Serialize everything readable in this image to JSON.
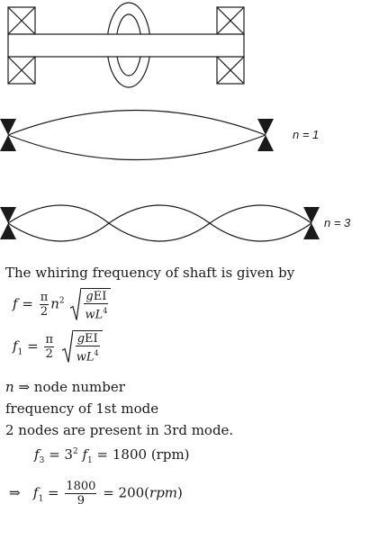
{
  "labels": {
    "mode1": "n = 1",
    "mode3": "n = 3"
  },
  "text": {
    "intro": "The whiring frequency of shaft is given by",
    "eq_f_lhs": "f",
    "eq_equals": "=",
    "pi": "π",
    "two": "2",
    "n_sq": "n",
    "exp2": "2",
    "g": "g",
    "EI": "EI",
    "w": "w",
    "L": "L",
    "exp4": "4",
    "f1_lhs": "f",
    "sub1": "1",
    "node_line_var": "n",
    "node_line_rest": "⇒  node number",
    "freq_line": "frequency of 1st mode",
    "nodes_line": "2 nodes are present in 3rd mode.",
    "f3_eq": "= 3",
    "f3_tail": " = 1800 (rpm)",
    "sub3": "3",
    "implies": "⇒",
    "num1800": "1800",
    "den9": "9",
    "result": "= 200(",
    "rpm": "rpm",
    "close_paren": ")"
  }
}
